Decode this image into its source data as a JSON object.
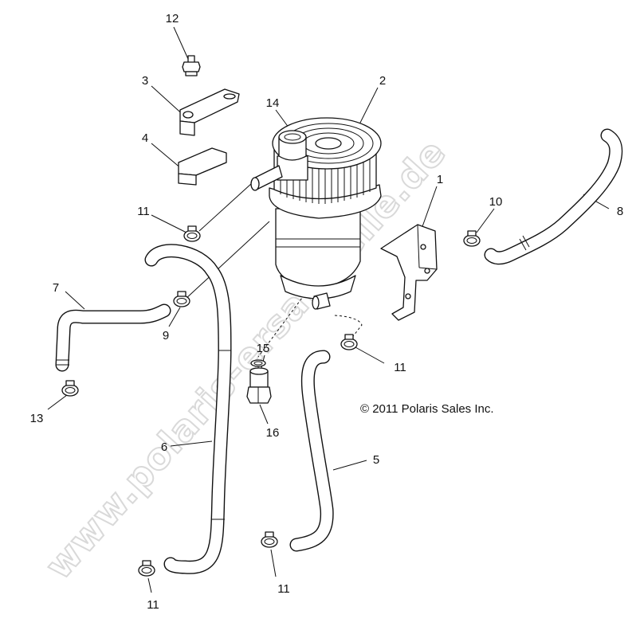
{
  "diagram": {
    "watermark_text": "www.polaris-ersatzteile.de",
    "copyright_text": "© 2011 Polaris Sales Inc.",
    "callouts": [
      {
        "id": "c1",
        "label": "1"
      },
      {
        "id": "c2",
        "label": "2"
      },
      {
        "id": "c3",
        "label": "3"
      },
      {
        "id": "c4",
        "label": "4"
      },
      {
        "id": "c5",
        "label": "5"
      },
      {
        "id": "c6",
        "label": "6"
      },
      {
        "id": "c7",
        "label": "7"
      },
      {
        "id": "c8",
        "label": "8"
      },
      {
        "id": "c9",
        "label": "9"
      },
      {
        "id": "c10",
        "label": "10"
      },
      {
        "id": "c11a",
        "label": "11"
      },
      {
        "id": "c11b",
        "label": "11"
      },
      {
        "id": "c11c",
        "label": "11"
      },
      {
        "id": "c11d",
        "label": "11"
      },
      {
        "id": "c12",
        "label": "12"
      },
      {
        "id": "c13",
        "label": "13"
      },
      {
        "id": "c14",
        "label": "14"
      },
      {
        "id": "c15",
        "label": "15"
      },
      {
        "id": "c16",
        "label": "16"
      }
    ],
    "colors": {
      "line": "#111111",
      "background": "#ffffff",
      "watermark": "#d9d9d9"
    }
  }
}
